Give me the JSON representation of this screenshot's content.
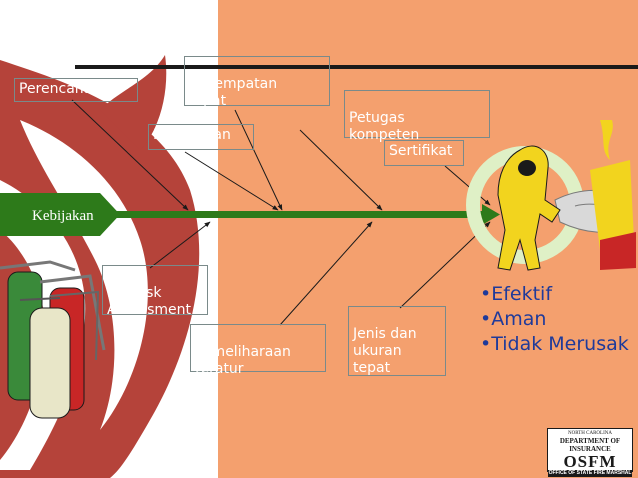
{
  "diagram": {
    "spine_label": "Kebijakan",
    "causes_top": [
      {
        "id": "perencanaan",
        "text": "Perencanaan"
      },
      {
        "id": "penempatan",
        "text": "Penempatan\ntepat"
      },
      {
        "id": "pengadaan",
        "text": "Pengadaan"
      },
      {
        "id": "petugas",
        "text": "Petugas\nkompeten"
      },
      {
        "id": "sertifikat",
        "text": "Sertifikat"
      }
    ],
    "causes_bottom": [
      {
        "id": "fire-risk",
        "text": "Fire risk\nAssessment"
      },
      {
        "id": "pemeliharaan",
        "text": "Pemeliharaan\nteratur"
      },
      {
        "id": "jenis",
        "text": "Jenis dan\nukuran\ntepat"
      }
    ],
    "outcomes": [
      "•Efektif",
      "•Aman",
      "•Tidak Merusak"
    ]
  },
  "logo": {
    "line1": "NORTH CAROLINA",
    "line2": "DEPARTMENT OF INSURANCE",
    "line3": "OSFM",
    "line4": "OFFICE OF STATE FIRE MARSHAL"
  },
  "colors": {
    "background": "#f4a06e",
    "flame": "#b5433a",
    "arrow": "#2d7a1a",
    "text": "#ffffff",
    "outcome_text": "#1f3a9a"
  }
}
